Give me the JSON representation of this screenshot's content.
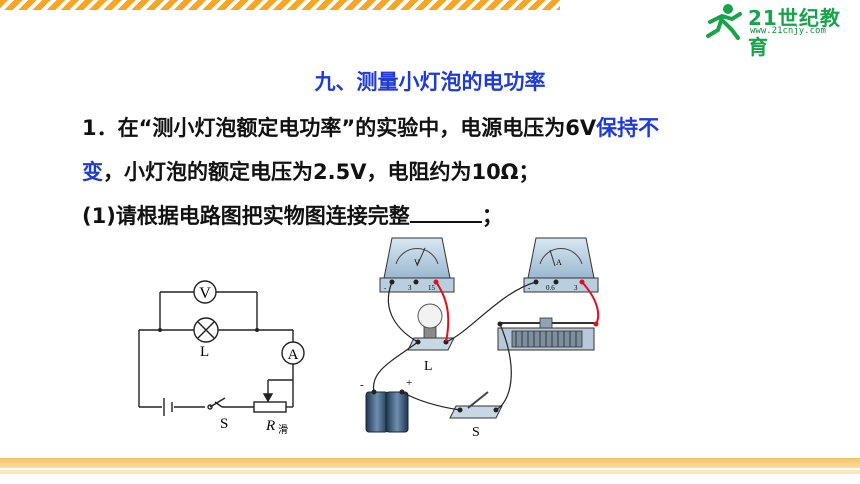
{
  "header": {
    "logo_text": "21世纪教育",
    "logo_sub": "www.21cnjy.com"
  },
  "heading": "九、测量小灯泡的电功率",
  "question": {
    "line1_a": "1．在“测小灯泡额定电功率”的实验中，电源电压为6V",
    "line1_b": "保持不",
    "line2_a": "变",
    "line2_b": "，小灯泡的额定电压为2.5V，电阻约为10Ω；",
    "line3": "(1)请根据电路图把实物图连接完整",
    "line3_end": "；"
  },
  "circuit": {
    "voltmeter": "V",
    "ammeter": "A",
    "lamp_label": "L",
    "switch_label": "S",
    "rheostat_label": "R",
    "rheostat_sub": "滑"
  },
  "apparatus": {
    "voltmeter_face": "V",
    "voltmeter_terminals": [
      "-",
      "3",
      "15"
    ],
    "ammeter_face": "A",
    "ammeter_terminals": [
      "-",
      "0.6",
      "3"
    ],
    "lamp_label": "L",
    "switch_label": "S",
    "battery_minus": "-",
    "battery_plus": "+"
  },
  "colors": {
    "heading": "#1f3ad6",
    "wire_red": "#e0101c",
    "logo": "#16a34a",
    "stripe": "#f6a623"
  }
}
